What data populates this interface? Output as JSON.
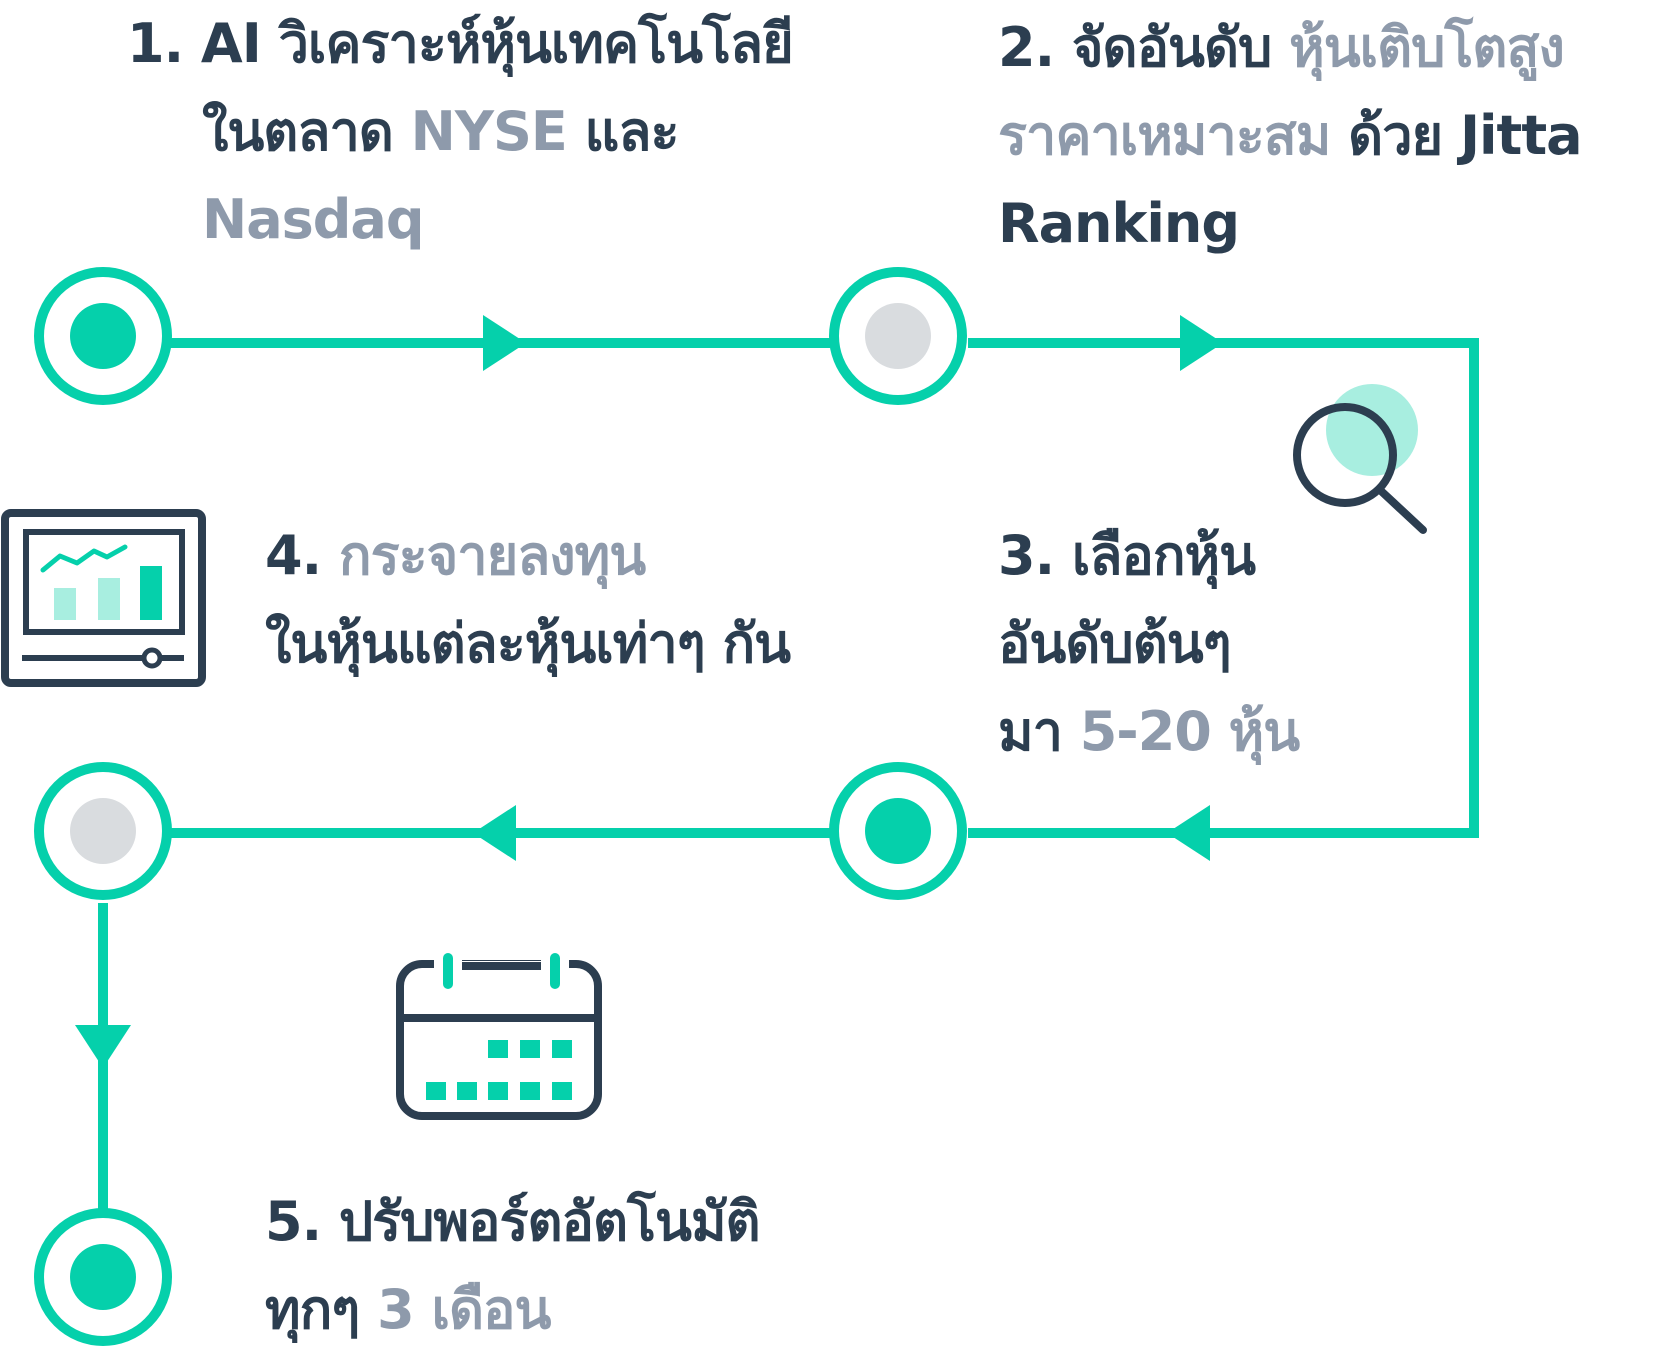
{
  "colors": {
    "accent": "#05d0ab",
    "text": "#2c3e50",
    "highlight": "#8e9aab",
    "inactive_dot": "#d9dcdf",
    "icon_light": "#a8eee0"
  },
  "step1": {
    "line1_prefix": "1.",
    "line1_text": "AI วิเคราะห์หุ้นเทคโนโลยี",
    "line2_text": "ในตลาด",
    "line2_hl": "NYSE",
    "line2_tail": "และ",
    "line3_hl": "Nasdaq"
  },
  "step2": {
    "line1_text": "2. จัดอันดับ",
    "line1_hl": "หุ้นเติบโตสูง",
    "line2_hl": "ราคาเหมาะสม",
    "line2_text": "ด้วย Jitta",
    "line3_text": "Ranking"
  },
  "step3": {
    "line1_text": "3. เลือกหุ้น",
    "line2_text": "อันดับต้นๆ",
    "line3_text": "มา",
    "line3_hl": "5-20 หุ้น"
  },
  "step4": {
    "line1_text": "4.",
    "line1_hl": "กระจายลงทุน",
    "line2_text": "ในหุ้นแต่ละหุ้นเท่าๆ กัน"
  },
  "step5": {
    "line1_text": "5. ปรับพอร์ตอัตโนมัติ",
    "line2_text": "ทุกๆ",
    "line2_hl": "3 เดือน"
  },
  "icons": [
    "magnifier-icon",
    "monitor-chart-icon",
    "calendar-icon"
  ]
}
